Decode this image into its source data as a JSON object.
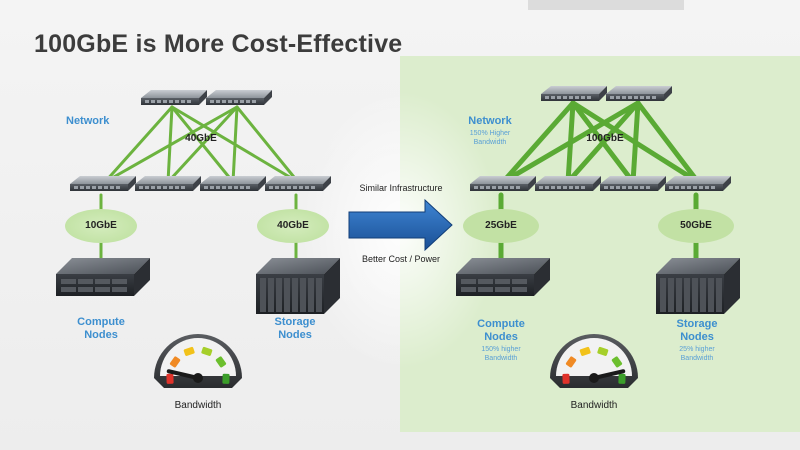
{
  "title": "100GbE is More Cost-Effective",
  "left": {
    "network_label": "Network",
    "uplink_speed": "40GbE",
    "compute_speed": "10GbE",
    "storage_speed": "40GbE",
    "compute_label": "Compute\nNodes",
    "storage_label": "Storage\nNodes",
    "gauge_label": "Bandwidth"
  },
  "middle": {
    "top_text": "Similar Infrastructure",
    "bottom_text": "Better Cost / Power"
  },
  "right": {
    "network_label": "Network",
    "network_note": "150% Higher\nBandwidth",
    "uplink_speed": "100GbE",
    "compute_speed": "25GbE",
    "storage_speed": "50GbE",
    "compute_label": "Compute\nNodes",
    "compute_note": "150% higher\nBandwidth",
    "storage_label": "Storage\nNodes",
    "storage_note": "25% higher\nBandwidth",
    "gauge_label": "Bandwidth"
  },
  "colors": {
    "link_green": "#6cb33f",
    "label_blue": "#3d8fcf",
    "arrow_blue": "#1f5fae",
    "bubble_green": "#cfe8b8"
  },
  "gauges": {
    "left_level": 0.15,
    "right_level": 0.85
  }
}
